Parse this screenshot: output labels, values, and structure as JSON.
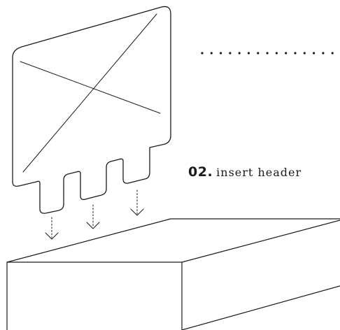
{
  "step": {
    "number": "02.",
    "label": "insert header"
  },
  "icons": {
    "header_card": "header-card-with-placeholder-image",
    "box": "box-base",
    "arrows": "dotted-down-arrow"
  },
  "colors": {
    "line": "#1b1b1b",
    "background": "#ffffff"
  }
}
